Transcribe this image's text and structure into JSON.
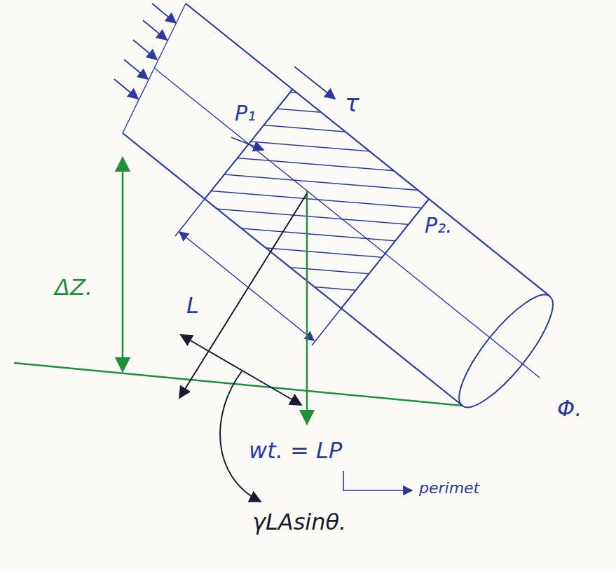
{
  "diagram": {
    "labels": [
      "P₁",
      "τ",
      "ΔZ.",
      "P₂.",
      "L",
      "Φ.",
      "wt. = LP",
      "γLAsinθ.",
      "perimet"
    ]
  }
}
